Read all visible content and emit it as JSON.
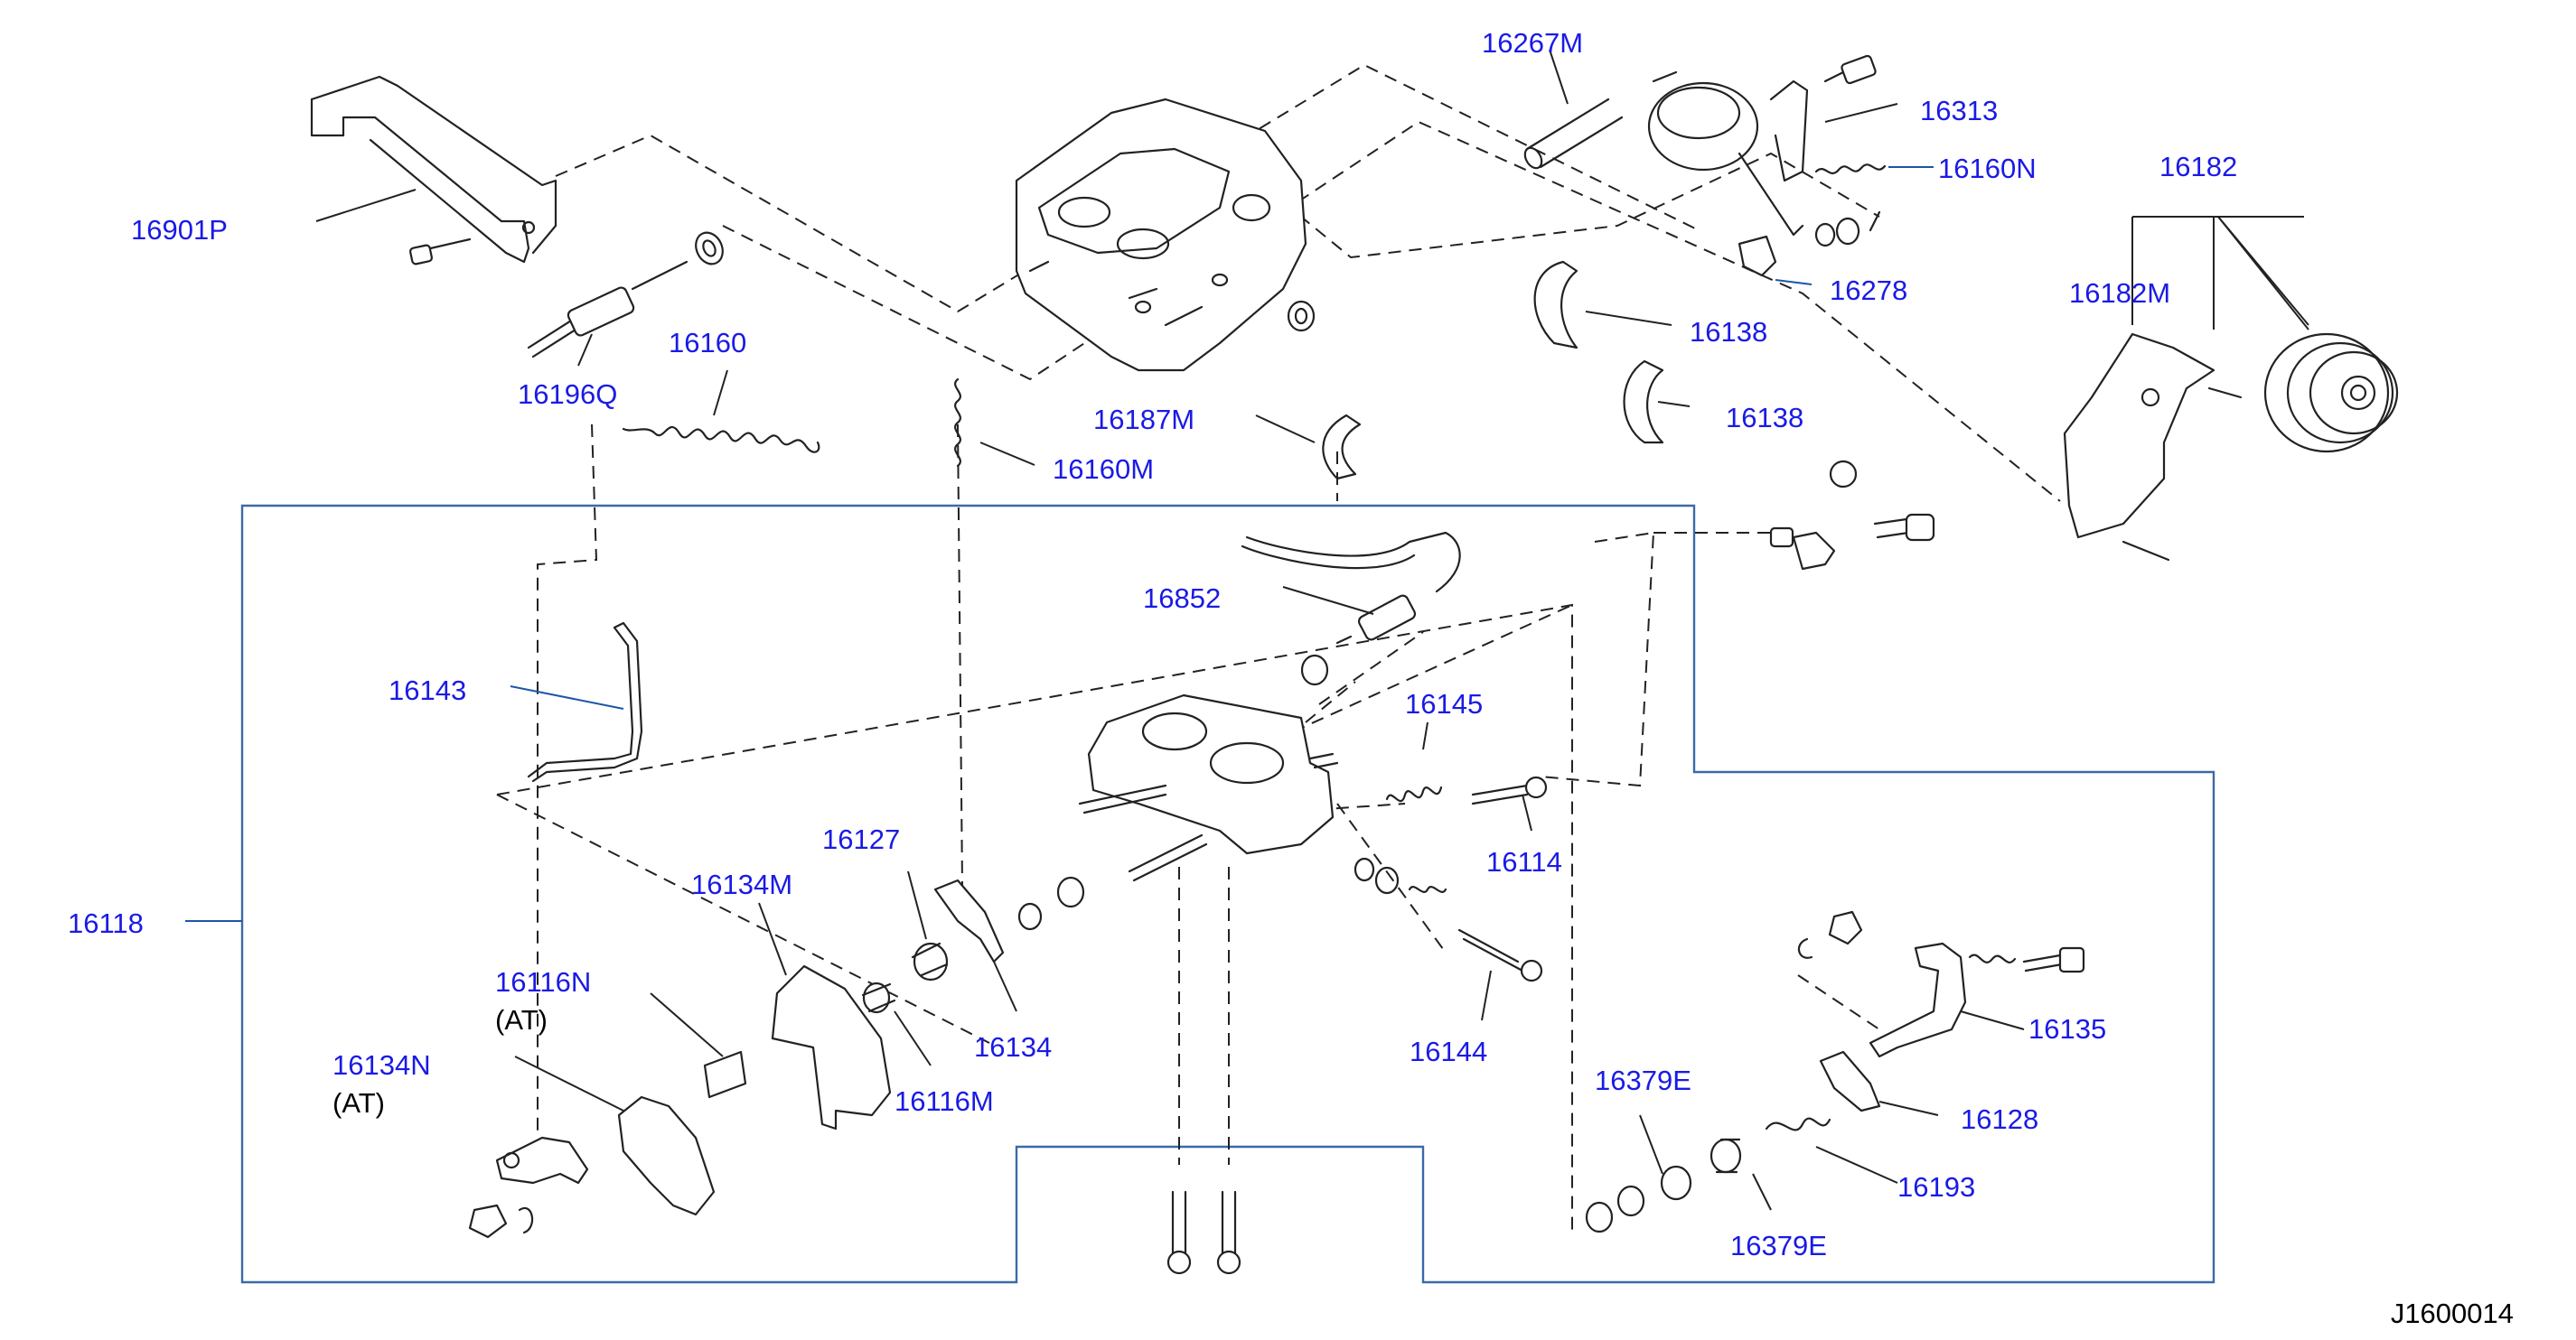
{
  "diagram_id": "J1600014",
  "colors": {
    "label": "#1a1ae6",
    "frame": "#3a6aa8",
    "line": "#222222"
  },
  "labels": {
    "p16267M": "16267M",
    "p16313": "16313",
    "p16160N": "16160N",
    "p16182": "16182",
    "p16182M": "16182M",
    "p16901P": "16901P",
    "p16278": "16278",
    "p16138a": "16138",
    "p16138b": "16138",
    "p16160": "16160",
    "p16196Q": "16196Q",
    "p16187M": "16187M",
    "p16160M": "16160M",
    "p16852": "16852",
    "p16143": "16143",
    "p16145": "16145",
    "p16114": "16114",
    "p16118": "16118",
    "p16127": "16127",
    "p16134M": "16134M",
    "p16116N": "16116N",
    "p16116N_note": "(AT)",
    "p16134N": "16134N",
    "p16134N_note": "(AT)",
    "p16134": "16134",
    "p16116M": "16116M",
    "p16144": "16144",
    "p16379Ea": "16379E",
    "p16379Eb": "16379E",
    "p16135": "16135",
    "p16128": "16128",
    "p16193": "16193"
  }
}
